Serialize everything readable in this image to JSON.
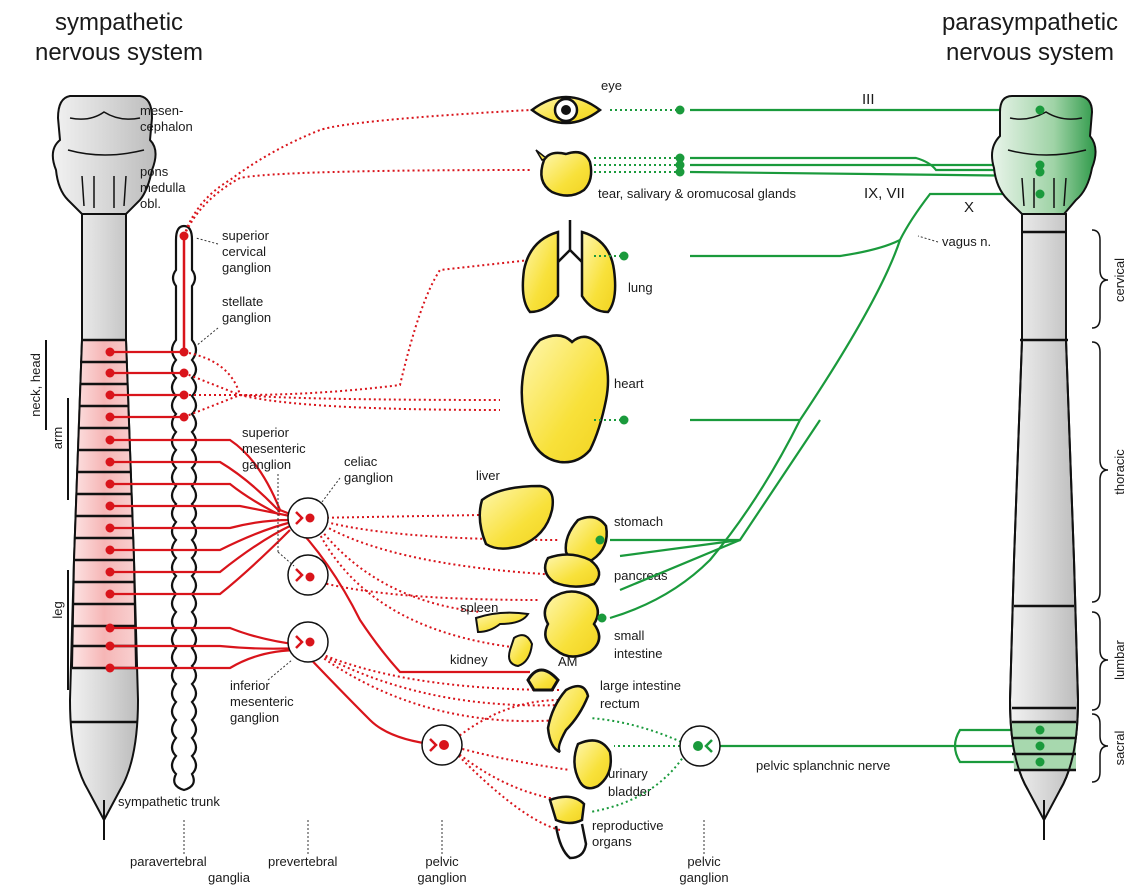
{
  "titles": {
    "sympathetic_1": "sympathetic",
    "sympathetic_2": "nervous system",
    "parasympathetic_1": "parasympathetic",
    "parasympathetic_2": "nervous system"
  },
  "brain_labels": {
    "mesen_1": "mesen-",
    "mesen_2": "cephalon",
    "pons": "pons",
    "medulla": "medulla",
    "obl": "obl."
  },
  "ganglia_labels": {
    "superior_cervical_1": "superior",
    "superior_cervical_2": "cervical",
    "superior_cervical_3": "ganglion",
    "stellate_1": "stellate",
    "stellate_2": "ganglion",
    "superior_mesenteric_1": "superior",
    "superior_mesenteric_2": "mesenteric",
    "superior_mesenteric_3": "ganglion",
    "celiac_1": "celiac",
    "celiac_2": "ganglion",
    "inferior_mesenteric_1": "inferior",
    "inferior_mesenteric_2": "mesenteric",
    "inferior_mesenteric_3": "ganglion"
  },
  "body_regions": {
    "neck_head": "neck, head",
    "arm": "arm",
    "leg": "leg"
  },
  "spinal_regions": {
    "cervical": "cervical",
    "thoracic": "thoracic",
    "lumbar": "lumbar",
    "sacral": "sacral"
  },
  "organs": {
    "eye": "eye",
    "glands": "tear, salivary & oromucosal glands",
    "lung": "lung",
    "heart": "heart",
    "liver": "liver",
    "stomach": "stomach",
    "pancreas": "pancreas",
    "spleen": "spleen",
    "small_intestine_1": "small",
    "small_intestine_2": "intestine",
    "kidney": "kidney",
    "am": "AM",
    "large_intestine_1": "large intestine",
    "large_intestine_2": "rectum",
    "bladder_1": "urinary",
    "bladder_2": "bladder",
    "reproductive_1": "reproductive",
    "reproductive_2": "organs"
  },
  "nerves": {
    "iii": "III",
    "ix_vii": "IX, VII",
    "x": "X",
    "vagus": "vagus n.",
    "pelvic_splanchnic": "pelvic splanchnic nerve"
  },
  "bottom_labels": {
    "sympathetic_trunk": "sympathetic trunk",
    "paravertebral": "paravertebral",
    "ganglia": "ganglia",
    "prevertebral": "prevertebral",
    "pelvic_ganglion_left_1": "pelvic",
    "pelvic_ganglion_left_2": "ganglion",
    "pelvic_ganglion_right_1": "pelvic",
    "pelvic_ganglion_right_2": "ganglion"
  },
  "colors": {
    "sympathetic": "#d9141b",
    "parasympathetic": "#1a9a3c",
    "organ_fill": "#fbe84a",
    "spine_fill": "#d4d4d4",
    "segment_highlight": "#f7c0c0"
  }
}
